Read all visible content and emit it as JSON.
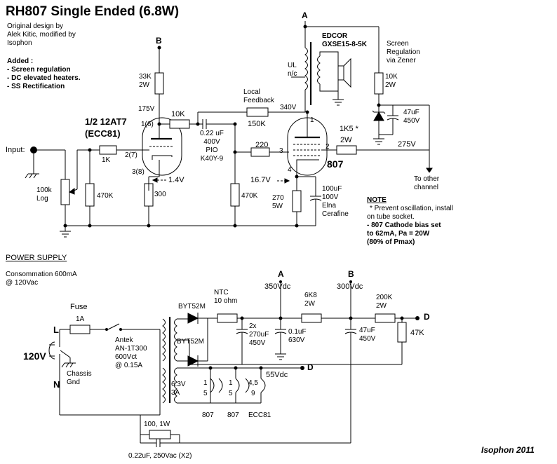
{
  "title": "RH807 Single Ended (6.8W)",
  "credit_lines": [
    "Original design by",
    "Alek Kitic, modified by",
    "Isophon"
  ],
  "added": {
    "heading": "Added :",
    "items": [
      "- Screen regulation",
      "- DC elevated heaters.",
      "- SS Rectification"
    ]
  },
  "nodes": {
    "a": "A",
    "b": "B",
    "d": "D"
  },
  "amplifier": {
    "tube1_name": "1/2 12AT7",
    "tube1_alt": "(ECC81)",
    "tube2_name": "807",
    "input_label": "Input:",
    "pin_1_6": "1(6)",
    "pin_2_7": "2(7)",
    "pin_3_8": "3(8)",
    "pin_807_1": "1",
    "pin_807_2": "2",
    "pin_807_3": "3",
    "pin_807_4": "4",
    "pot": [
      "100k",
      "Log"
    ],
    "r_grid": "1K",
    "r_grid_leak": "470K",
    "r_cathode1": "300",
    "v_cathode1": "1.4V",
    "r_plate": [
      "33K",
      "2W"
    ],
    "v_plate1": "175V",
    "r_10k": "10K",
    "coupling_cap": [
      "0.22 uF",
      "400V",
      "PIO",
      "K40Y-9"
    ],
    "feedback": [
      "Local",
      "Feedback"
    ],
    "r_feedback": "150K",
    "v_340": "340V",
    "r_220": "220",
    "r_470k_2": "470K",
    "v_cathode2": "16.7V",
    "r_cathode2": [
      "270",
      "5W"
    ],
    "cap_cathode2": [
      "100uF",
      "100V",
      "Elna",
      "Cerafine"
    ],
    "r_screen_1k5": "1K5 *",
    "r_screen_2w": "2W",
    "v_screen": "275V",
    "transformer": [
      "EDCOR",
      "GXSE15-8-5K"
    ],
    "ul_label": [
      "UL",
      "n/c"
    ],
    "screen_reg": [
      "Screen",
      "Regulation",
      "via Zener"
    ],
    "r_zener": [
      "10K",
      "2W"
    ],
    "cap_zener": [
      "47uF",
      "450V"
    ],
    "to_other": [
      "To other",
      "channel"
    ]
  },
  "note": {
    "heading": "NOTE",
    "lines": [
      "* Prevent oscillation, install",
      "on tube socket.",
      "- 807 Cathode bias set",
      "to 62mA, Pa = 20W",
      "(80% of Pmax)"
    ]
  },
  "power_supply": {
    "heading": "POWER SUPPLY",
    "consumption": [
      "Consommation 600mA",
      "@ 120Vac"
    ],
    "fuse": "Fuse",
    "fuse_rating": "1A",
    "mains": "120V",
    "line_l": "L",
    "line_n": "N",
    "chassis": [
      "Chassis",
      "Gnd"
    ],
    "transformer": [
      "Antek",
      "AN-1T300",
      "600Vct",
      "@ 0.15A"
    ],
    "diode1": "BYT52M",
    "diode2": "BYT52M",
    "ntc": [
      "NTC",
      "10 ohm"
    ],
    "cap_2x": [
      "2x",
      "270uF",
      "450V"
    ],
    "v_a": "350Vdc",
    "cap_01": [
      "0.1uF",
      "630V"
    ],
    "r_6k8": [
      "6K8",
      "2W"
    ],
    "v_b": "300Vdc",
    "cap_47": [
      "47uF",
      "450V"
    ],
    "r_200k": [
      "200K",
      "2W"
    ],
    "r_47k": "47K",
    "heater": [
      "6.3V",
      "3A"
    ],
    "v_55": "55Vdc",
    "heater_pins": {
      "p1": "1",
      "p5": "5",
      "p45": "4,5",
      "p9": "9"
    },
    "heater_tubes": [
      "807",
      "807",
      "ECC81"
    ],
    "r_hum": "100, 1W",
    "cap_hum": "0.22uF, 250Vac (X2)"
  },
  "signature": "Isophon 2011"
}
